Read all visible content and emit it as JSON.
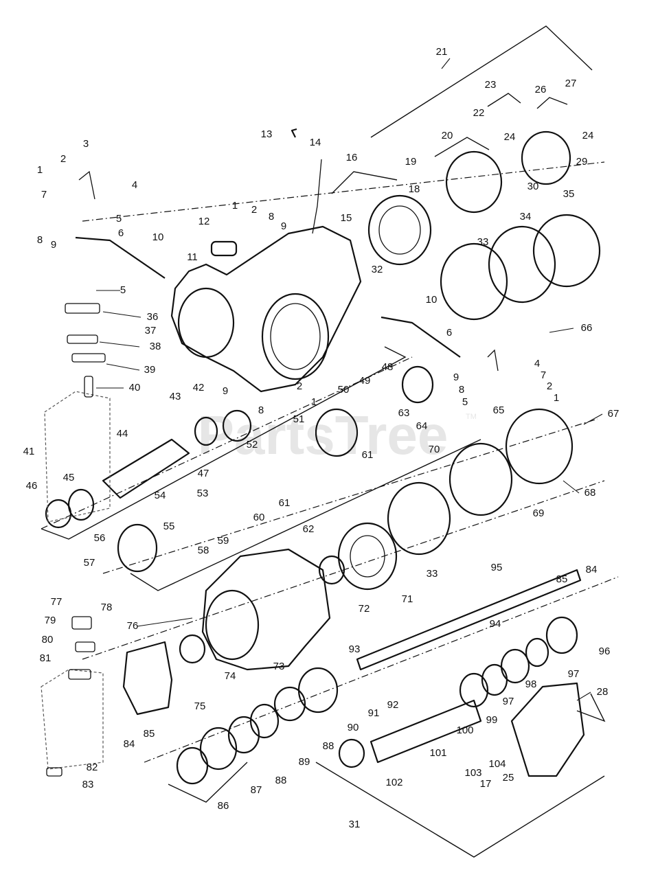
{
  "diagram": {
    "watermark": "PartsTree",
    "watermark_tm": "TM",
    "callouts": {
      "c1a": "1",
      "c2a": "2",
      "c3": "3",
      "c4a": "4",
      "c5a": "5",
      "c6a": "6",
      "c7a": "7",
      "c8a": "8",
      "c9a": "9",
      "c10a": "10",
      "c1b": "1",
      "c2b": "2",
      "c8b": "8",
      "c9b": "9",
      "c11": "11",
      "c12": "12",
      "c13": "13",
      "c14": "14",
      "c15": "15",
      "c16": "16",
      "c18": "18",
      "c19": "19",
      "c20": "20",
      "c21": "21",
      "c22": "22",
      "c23": "23",
      "c24a": "24",
      "c24b": "24",
      "c26": "26",
      "c27": "27",
      "c29": "29",
      "c30": "30",
      "c32": "32",
      "c33a": "33",
      "c34": "34",
      "c35": "35",
      "c5b": "5",
      "c36": "36",
      "c37": "37",
      "c38": "38",
      "c39": "39",
      "c40": "40",
      "c9c": "9",
      "c2c": "2",
      "c8c": "8",
      "c1c": "1",
      "c10b": "10",
      "c6b": "6",
      "c4b": "4",
      "c7b": "7",
      "c2d": "2",
      "c1d": "1",
      "c9d": "9",
      "c8d": "8",
      "c5c": "5",
      "c65": "65",
      "c66": "66",
      "c42": "42",
      "c43": "43",
      "c41": "41",
      "c44": "44",
      "c45": "45",
      "c46": "46",
      "c47": "47",
      "c48": "48",
      "c49": "49",
      "c50": "50",
      "c51": "51",
      "c52": "52",
      "c63": "63",
      "c64": "64",
      "c61a": "61",
      "c70": "70",
      "c67": "67",
      "c54": "54",
      "c53": "53",
      "c55": "55",
      "c60": "60",
      "c61b": "61",
      "c56": "56",
      "c58": "58",
      "c59": "59",
      "c62": "62",
      "c57": "57",
      "c68": "68",
      "c69": "69",
      "c33b": "33",
      "c95": "95",
      "c72": "72",
      "c71": "71",
      "c85a": "85",
      "c84a": "84",
      "c77": "77",
      "c78": "78",
      "c79": "79",
      "c76": "76",
      "c94": "94",
      "c80": "80",
      "c81": "81",
      "c73": "73",
      "c74": "74",
      "c75": "75",
      "c93": "93",
      "c96": "96",
      "c28": "28",
      "c97a": "97",
      "c98": "98",
      "c91": "91",
      "c92": "92",
      "c97b": "97",
      "c99": "99",
      "c100": "100",
      "c90": "90",
      "c88a": "88",
      "c89": "89",
      "c88b": "88",
      "c87": "87",
      "c84b": "84",
      "c85b": "85",
      "c86": "86",
      "c82": "82",
      "c83": "83",
      "c101": "101",
      "c102": "102",
      "c103": "103",
      "c104": "104",
      "c17": "17",
      "c25": "25",
      "c31": "31"
    }
  }
}
